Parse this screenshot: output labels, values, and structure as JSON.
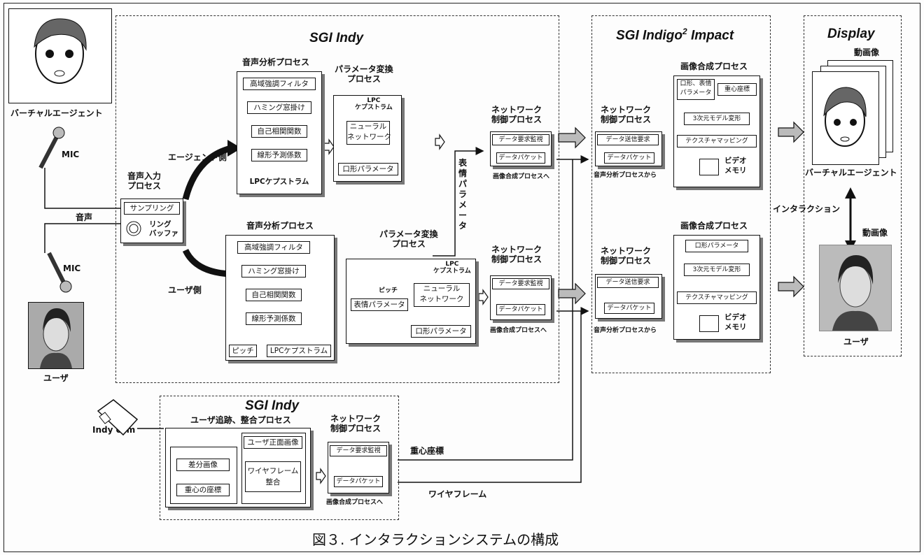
{
  "labels": {
    "sgi_indy_top": "SGI Indy",
    "sgi_indigo_base": "SGI Indigo",
    "sgi_indigo_sup": "2",
    "sgi_indigo_rest": " Impact",
    "display": "Display",
    "sgi_indy_bottom": "SGI Indy",
    "virtual_agent": "バーチャルエージェント",
    "mic1": "MIC",
    "mic2": "MIC",
    "user_photo": "ユーザ",
    "indy_cam": "Indy cam",
    "audio": "音声",
    "audio_input": "音声入力\nプロセス",
    "sampling": "サンプリング",
    "ring_buffer": "リング\nバッファ",
    "agent_side": "エージェント側",
    "user_side": "ユーザ側",
    "speech_analysis_top": "音声分析プロセス",
    "hpf1": "高域強調フィルタ",
    "hamming1": "ハミング窓掛け",
    "autocorr1": "自己相関関数",
    "lpc_coef1": "線形予測係数",
    "lpc_cep1": "LPCケプストラム",
    "param_conv_top": "パラメータ変換\nプロセス",
    "lpc_cep_small1": "LPC\nケプストラム",
    "nn1": "ニューラル\nネットワーク",
    "mouth_param1": "口形パラメータ",
    "net_ctrl_1": "ネットワーク\n制御プロセス",
    "data_req_1": "データ要求監視",
    "data_packet_1": "データパケット",
    "to_img_1": "画像合成プロセスへ",
    "expr_param_vert": "表\n情\nパ\nラ\nメ\nー\nタ",
    "speech_analysis_bot": "音声分析プロセス",
    "hpf2": "高域強調フィルタ",
    "hamming2": "ハミング窓掛け",
    "autocorr2": "自己相関関数",
    "lpc_coef2": "線形予測係数",
    "pitch": "ピッチ",
    "lpc_cep2": "LPCケプストラム",
    "param_conv_bot": "パラメータ変換\nプロセス",
    "pitch_small": "ピッチ",
    "lpc_cep_small2": "LPC\nケプストラム",
    "expr_param": "表情パラメータ",
    "nn2": "ニューラル\nネットワーク",
    "mouth_param2": "口形パラメータ",
    "net_ctrl_2": "ネットワーク\n制御プロセス",
    "data_req_2": "データ要求監視",
    "data_packet_2": "データパケット",
    "to_img_2": "画像合成プロセスへ",
    "net_ctrl_3": "ネットワーク\n制御プロセス",
    "data_send_3": "データ送信要求",
    "data_packet_3": "データパケット",
    "from_speech_3": "音声分析プロセスから",
    "img_synth_1": "画像合成プロセス",
    "mouth_expr": "口形、表情\nパラメータ",
    "centroid_coord": "重心座標",
    "model_deform_1": "3次元モデル変形",
    "texture_1": "テクスチャマッピング",
    "video_mem_1": "ビデオ\nメモリ",
    "net_ctrl_4": "ネットワーク\n制御プロセス",
    "data_send_4": "データ送信要求",
    "data_packet_4": "データパケット",
    "from_speech_4": "音声分析プロセスから",
    "img_synth_2": "画像合成プロセス",
    "mouth_param3": "口形パラメータ",
    "model_deform_2": "3次元モデル変形",
    "texture_2": "テクスチャマッピング",
    "video_mem_2": "ビデオ\nメモリ",
    "video_top": "動画像",
    "virtual_agent_disp": "バーチャルエージェント",
    "interaction": "インタラクション",
    "video_bottom": "動画像",
    "user_disp": "ユーザ",
    "tracking": "ユーザ追跡、整合プロセス",
    "diff_img": "差分画像",
    "centroid_of": "重心の座標",
    "front_img": "ユーザ正面画像",
    "wireframe_fit": "ワイヤフレーム\n整合",
    "net_ctrl_5": "ネットワーク\n制御プロセス",
    "data_req_5": "データ要求監視",
    "data_packet_5": "データパケット",
    "to_img_5": "画像合成プロセスへ",
    "centroid_line": "重心座標",
    "wireframe_line": "ワイヤフレーム",
    "caption": "図３.  インタラクションシステムの構成"
  }
}
